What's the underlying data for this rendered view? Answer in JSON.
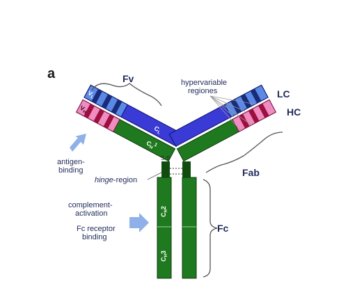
{
  "figure": {
    "panel_letter": "a",
    "labels": {
      "fv": "Fv",
      "hypervariable_line1": "hypervariable",
      "hypervariable_line2": "regiones",
      "lc": "LC",
      "hc": "HC",
      "fab": "Fab",
      "fc": "Fc",
      "antigen_line1": "antigen-",
      "antigen_line2": "binding",
      "hinge_italic": "hinge",
      "hinge_rest": "-region",
      "complement_line1": "complement-",
      "complement_line2": "activation",
      "fcr_line1": "Fc receptor",
      "fcr_line2": "binding"
    },
    "domains": {
      "vl": "V",
      "vl_sub": "L",
      "vh": "V",
      "vh_sub": "H",
      "cl": "C",
      "cl_sub": "L",
      "ch1": "C",
      "ch1_sub": "H",
      "ch1_sup": "1",
      "ch2": "C",
      "ch2_sub": "H",
      "ch2_suffix": "2",
      "ch3": "C",
      "ch3_sub": "H",
      "ch3_suffix": "3"
    },
    "colors": {
      "light_chain": "#3a3ad6",
      "light_variable": "#5a8ae6",
      "heavy_chain": "#1f7a1f",
      "heavy_variable": "#f08cc0",
      "hypervariable_dark": "#1a2b7a",
      "hypervariable_red": "#9c1040",
      "arrow": "#8fb0e8",
      "label_text": "#1f2a5a"
    }
  }
}
